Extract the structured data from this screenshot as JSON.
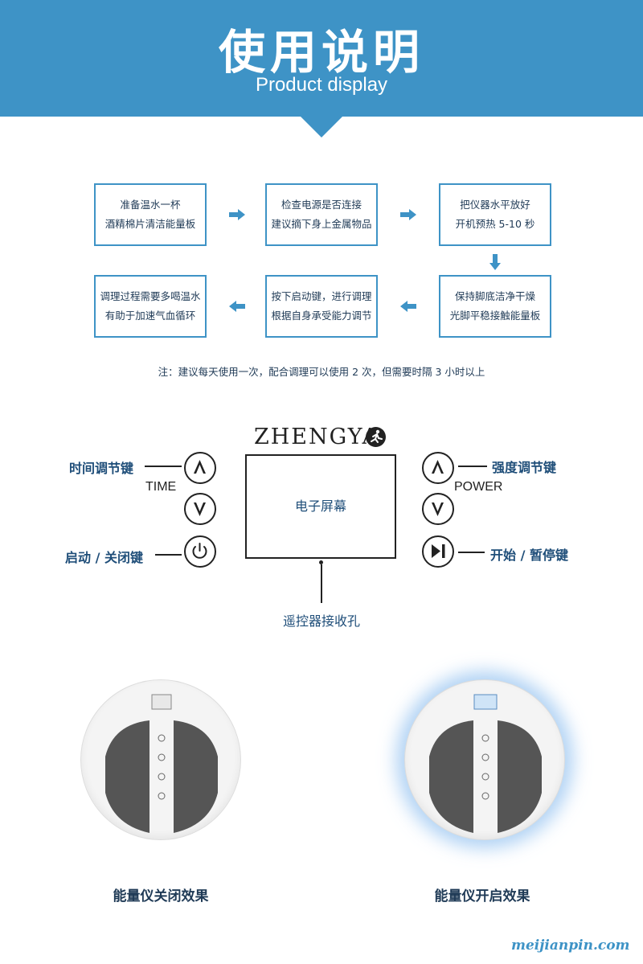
{
  "header": {
    "title": "使用说明",
    "subtitle": "Product display"
  },
  "steps": [
    {
      "line1": "准备温水一杯",
      "line2": "酒精棉片清洁能量板"
    },
    {
      "line1": "检查电源是否连接",
      "line2": "建议摘下身上金属物品"
    },
    {
      "line1": "把仪器水平放好",
      "line2": "开机预热 5-10 秒"
    },
    {
      "line1": "保持脚底洁净干燥",
      "line2": "光脚平稳接触能量板"
    },
    {
      "line1": "按下启动键，进行调理",
      "line2": "根据自身承受能力调节"
    },
    {
      "line1": "调理过程需要多喝温水",
      "line2": "有助于加速气血循环"
    }
  ],
  "note": "注：建议每天使用一次，配合调理可以使用 2 次，但需要时隔 3 小时以上",
  "panel": {
    "logo": "ZHENGYA",
    "screen_label": "电子屏幕",
    "time_label": "时间调节键",
    "time_caption": "TIME",
    "power_onoff_label": "启动 / 关闭键",
    "intensity_label": "强度调节键",
    "power_caption": "POWER",
    "start_pause_label": "开始 / 暂停键",
    "receiver_label": "遥控器接收孔"
  },
  "devices": {
    "off_caption": "能量仪关闭效果",
    "on_caption": "能量仪开启效果"
  },
  "watermark": "meijianpin.com",
  "colors": {
    "accent": "#3e93c6",
    "text": "#1f4e79"
  }
}
